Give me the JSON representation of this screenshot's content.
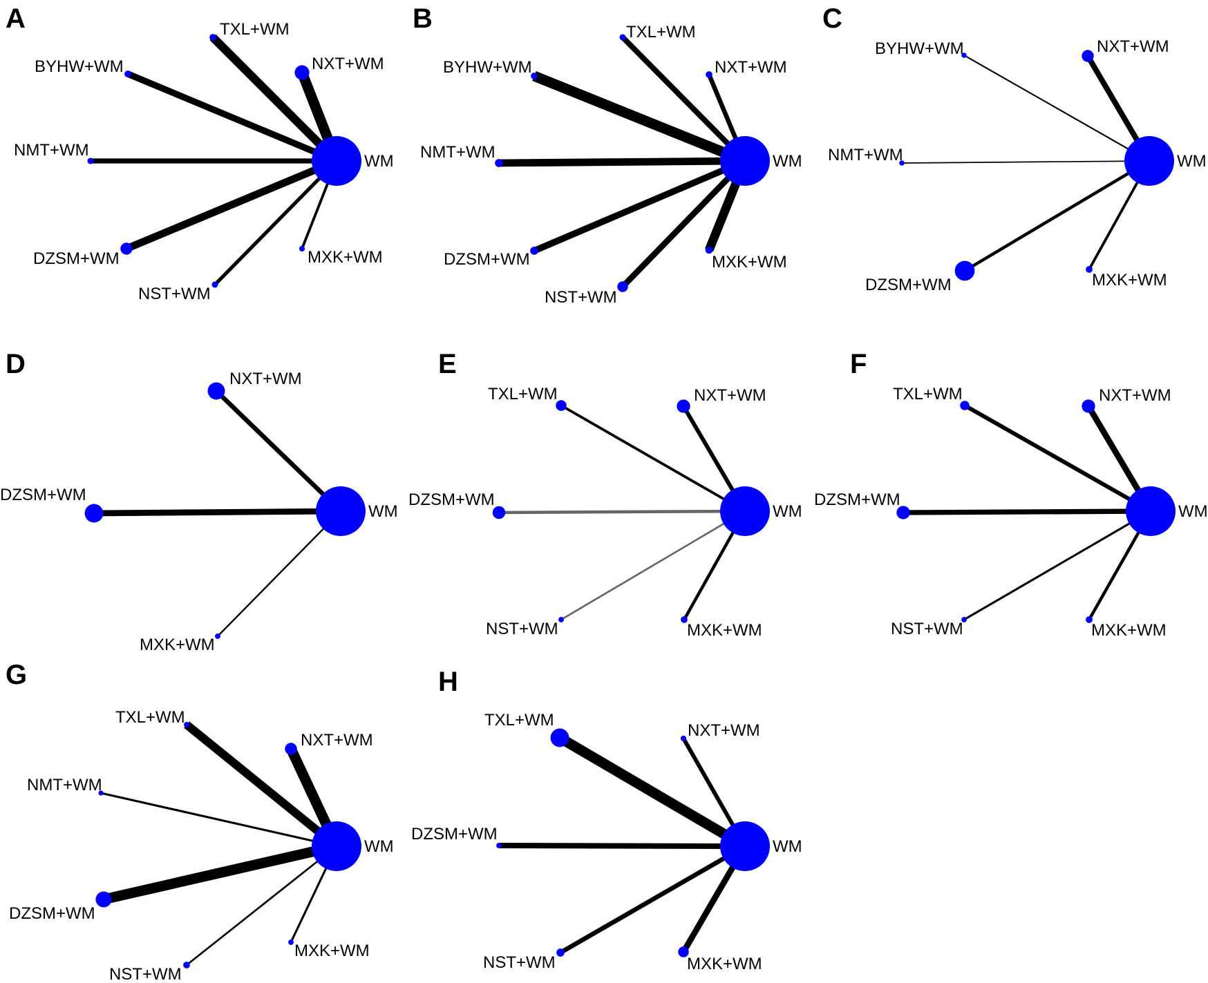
{
  "colors": {
    "node": "#0000ff",
    "edge": "#000000",
    "edge_faint": "#666666",
    "text": "#000000"
  },
  "panels": [
    {
      "letter": "A",
      "hub": {
        "label": "WM",
        "size": 1.0
      },
      "spokes": [
        {
          "label": "TXL+WM",
          "node_size": 0.1,
          "edge_weight": 0.8
        },
        {
          "label": "BYHW+WM",
          "node_size": 0.1,
          "edge_weight": 0.6
        },
        {
          "label": "NXT+WM",
          "node_size": 0.4,
          "edge_weight": 1.0
        },
        {
          "label": "NMT+WM",
          "node_size": 0.08,
          "edge_weight": 0.45
        },
        {
          "label": "DZSM+WM",
          "node_size": 0.3,
          "edge_weight": 0.7
        },
        {
          "label": "NST+WM",
          "node_size": 0.08,
          "edge_weight": 0.3
        },
        {
          "label": "MXK+WM",
          "node_size": 0.06,
          "edge_weight": 0.2
        }
      ]
    },
    {
      "letter": "B",
      "hub": {
        "label": "WM",
        "size": 1.0
      },
      "spokes": [
        {
          "label": "TXL+WM",
          "node_size": 0.08,
          "edge_weight": 0.5
        },
        {
          "label": "BYHW+WM",
          "node_size": 0.1,
          "edge_weight": 1.0
        },
        {
          "label": "NXT+WM",
          "node_size": 0.1,
          "edge_weight": 0.4
        },
        {
          "label": "NMT+WM",
          "node_size": 0.15,
          "edge_weight": 0.7
        },
        {
          "label": "DZSM+WM",
          "node_size": 0.15,
          "edge_weight": 0.6
        },
        {
          "label": "NST+WM",
          "node_size": 0.25,
          "edge_weight": 0.55
        },
        {
          "label": "MXK+WM",
          "node_size": 0.12,
          "edge_weight": 0.85
        }
      ]
    },
    {
      "letter": "C",
      "hub": {
        "label": "WM",
        "size": 1.0
      },
      "spokes": [
        {
          "label": "BYHW+WM",
          "node_size": 0.04,
          "edge_weight": 0.08
        },
        {
          "label": "NXT+WM",
          "node_size": 0.3,
          "edge_weight": 0.5
        },
        {
          "label": "NMT+WM",
          "node_size": 0.04,
          "edge_weight": 0.05
        },
        {
          "label": "DZSM+WM",
          "node_size": 0.6,
          "edge_weight": 0.25
        },
        {
          "label": "MXK+WM",
          "node_size": 0.1,
          "edge_weight": 0.2
        }
      ]
    },
    {
      "letter": "D",
      "hub": {
        "label": "WM",
        "size": 1.0
      },
      "spokes": [
        {
          "label": "NXT+WM",
          "node_size": 0.5,
          "edge_weight": 0.4
        },
        {
          "label": "DZSM+WM",
          "node_size": 0.55,
          "edge_weight": 0.55
        },
        {
          "label": "MXK+WM",
          "node_size": 0.05,
          "edge_weight": 0.1
        }
      ]
    },
    {
      "letter": "E",
      "hub": {
        "label": "WM",
        "size": 1.0
      },
      "spokes": [
        {
          "label": "TXL+WM",
          "node_size": 0.25,
          "edge_weight": 0.2
        },
        {
          "label": "NXT+WM",
          "node_size": 0.35,
          "edge_weight": 0.35
        },
        {
          "label": "DZSM+WM",
          "node_size": 0.33,
          "edge_weight": 0.25,
          "faint": true
        },
        {
          "label": "NST+WM",
          "node_size": 0.05,
          "edge_weight": 0.12,
          "faint": true
        },
        {
          "label": "MXK+WM",
          "node_size": 0.1,
          "edge_weight": 0.25
        }
      ]
    },
    {
      "letter": "F",
      "hub": {
        "label": "WM",
        "size": 1.0
      },
      "spokes": [
        {
          "label": "TXL+WM",
          "node_size": 0.2,
          "edge_weight": 0.35
        },
        {
          "label": "NXT+WM",
          "node_size": 0.35,
          "edge_weight": 0.55
        },
        {
          "label": "DZSM+WM",
          "node_size": 0.35,
          "edge_weight": 0.45
        },
        {
          "label": "NST+WM",
          "node_size": 0.05,
          "edge_weight": 0.15
        },
        {
          "label": "MXK+WM",
          "node_size": 0.1,
          "edge_weight": 0.25
        }
      ]
    },
    {
      "letter": "G",
      "hub": {
        "label": "WM",
        "size": 1.0
      },
      "spokes": [
        {
          "label": "TXL+WM",
          "node_size": 0.05,
          "edge_weight": 0.8
        },
        {
          "label": "NXT+WM",
          "node_size": 0.3,
          "edge_weight": 1.0
        },
        {
          "label": "NMT+WM",
          "node_size": 0.03,
          "edge_weight": 0.15
        },
        {
          "label": "DZSM+WM",
          "node_size": 0.45,
          "edge_weight": 1.0
        },
        {
          "label": "NST+WM",
          "node_size": 0.1,
          "edge_weight": 0.12
        },
        {
          "label": "MXK+WM",
          "node_size": 0.05,
          "edge_weight": 0.15
        }
      ]
    },
    {
      "letter": "H",
      "hub": {
        "label": "WM",
        "size": 1.0
      },
      "spokes": [
        {
          "label": "TXL+WM",
          "node_size": 0.55,
          "edge_weight": 1.0
        },
        {
          "label": "NXT+WM",
          "node_size": 0.06,
          "edge_weight": 0.35
        },
        {
          "label": "DZSM+WM",
          "node_size": 0.05,
          "edge_weight": 0.5
        },
        {
          "label": "NST+WM",
          "node_size": 0.15,
          "edge_weight": 0.4
        },
        {
          "label": "MXK+WM",
          "node_size": 0.25,
          "edge_weight": 0.55
        }
      ]
    }
  ]
}
